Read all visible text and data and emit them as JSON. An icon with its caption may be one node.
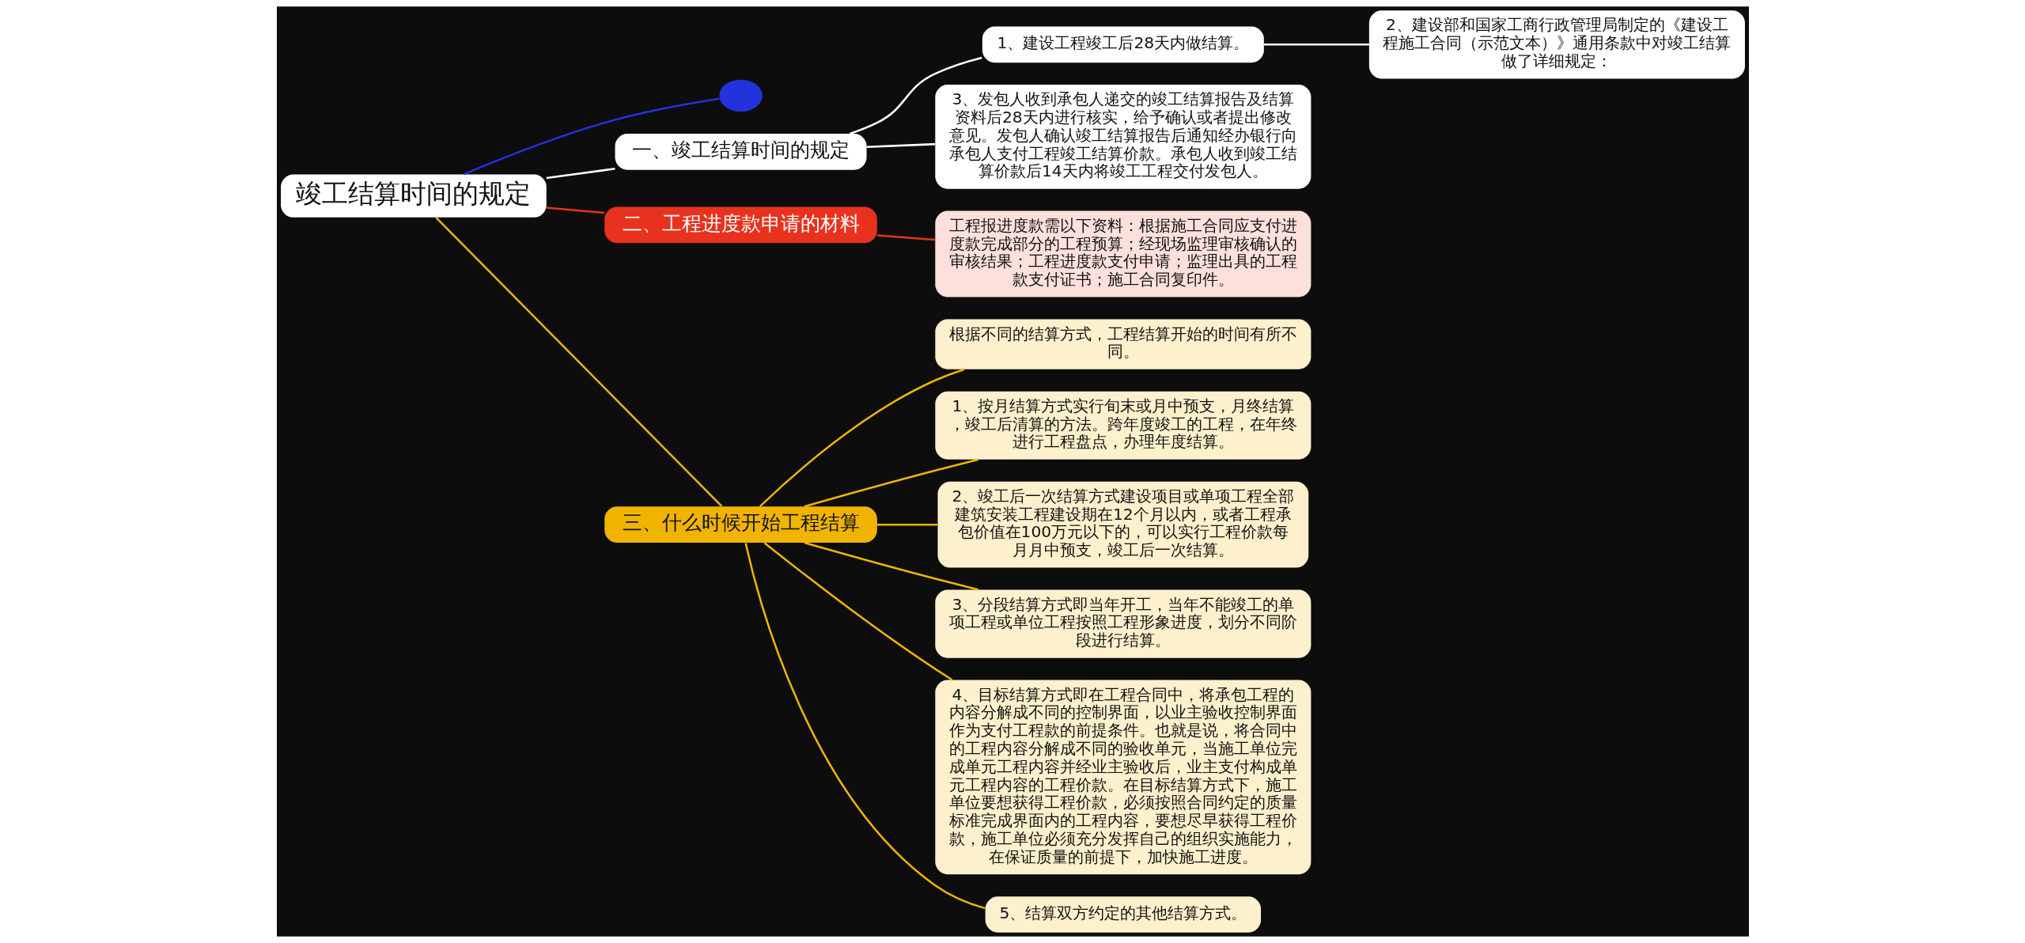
{
  "diagram": {
    "nodes": [
      {
        "text": [
          "竣工结算时间的规定"
        ]
      },
      {
        "text": [],
        "shape": "circle"
      },
      {
        "text": [
          "一、竣工结算时间的规定"
        ]
      },
      {
        "text": [
          "1、建设工程竣工后28天内做结算。"
        ]
      },
      {
        "text": [
          "2、建设部和国家工商行政管理局制定的《建设工程施工合同（示范文本）》通用条款中对竣工结算做了详细规定："
        ]
      },
      {
        "text": [
          "3、发包人收到承包人递交的竣工结算报告及结算资料后28天内进行核实，给予确认或者提出修改意见。发包人确认竣工结算报告后通知经办银行向承包人支付工程竣工结算价款。承包人收到竣工结算价款后14天内将竣工工程交付发包人。"
        ]
      },
      {
        "text": [
          "二、工程进度款申请的材料"
        ]
      },
      {
        "text": [
          "工程报进度款需以下资料：根据施工合同应支付进度款完成部分的工程预算；经现场监理审核确认的审核结果；工程进度款支付申请；监理出具的工程款支付证书；施工合同复印件。"
        ]
      },
      {
        "text": [
          "三、什么时候开始工程结算"
        ]
      },
      {
        "text": [
          "根据不同的结算方式，工程结算开始的时间有所不同。"
        ]
      },
      {
        "text": [
          "1、按月结算方式实行旬末或月中预支，月终结算，竣工后清算的方法。跨年度竣工的工程，在年终进行工程盘点，办理年度结算。"
        ]
      },
      {
        "text": [
          "2、竣工后一次结算方式建设项目或单项工程全部建筑安装工程建设期在12个月以内，或者工程承包价值在100万元以下的，可以实行工程价款每月月中预支，竣工后一次结算。"
        ]
      },
      {
        "text": [
          "3、分段结算方式即当年开工，当年不能竣工的单项工程或单位工程按照工程形象进度，划分不同阶段进行结算。"
        ]
      },
      {
        "text": [
          "4、目标结算方式即在工程合同中，将承包工程的内容分解成不同的控制界面，以业主验收控制界面作为支付工程款的前提条件。也就是说，将合同中的工程内容分解成不同的验收单元，当施工单位完成单元工程内容并经业主验收后，业主支付构成单元工程内容的工程价款。在目标结算方式下，施工单位要想获得工程价款，必须按照合同约定的质量标准完成界面内的工程内容，要想尽早获得工程价款，施工单位必须充分发挥自己的组织实施能力，在保证质量的前提下，加快施工进度。"
        ]
      },
      {
        "text": [
          "5、结算双方约定的其他结算方式。"
        ]
      }
    ],
    "edges": [
      {
        "from": 0,
        "to": 1,
        "arrow": "none",
        "color": "#2233dd"
      },
      {
        "from": 0,
        "to": 2,
        "arrow": "none",
        "color": "#ffffff"
      },
      {
        "from": 2,
        "to": 3,
        "arrow": "none",
        "color": "#ffffff"
      },
      {
        "from": 3,
        "to": 4,
        "arrow": "none",
        "color": "#ffffff"
      },
      {
        "from": 2,
        "to": 5,
        "arrow": "none",
        "color": "#ffffff"
      },
      {
        "from": 0,
        "to": 6,
        "arrow": "none",
        "color": "#e8321e"
      },
      {
        "from": 6,
        "to": 7,
        "arrow": "none",
        "color": "#e8321e"
      },
      {
        "from": 0,
        "to": 8,
        "arrow": "none"
      },
      {
        "from": 8,
        "to": 9,
        "arrow": "none"
      },
      {
        "from": 8,
        "to": 10,
        "arrow": "none"
      },
      {
        "from": 8,
        "to": 11,
        "arrow": "none"
      },
      {
        "from": 8,
        "to": 12,
        "arrow": "none"
      },
      {
        "from": 8,
        "to": 13,
        "arrow": "none"
      },
      {
        "from": 8,
        "to": 14,
        "arrow": "none"
      }
    ]
  }
}
